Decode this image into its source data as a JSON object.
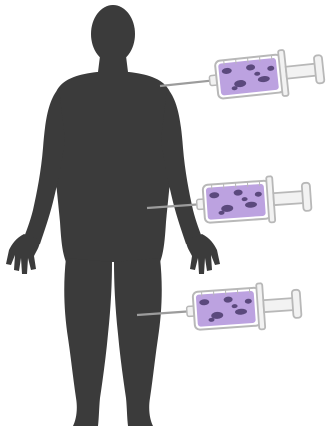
{
  "colors": {
    "background": "#ffffff",
    "silhouette": "#3b3b3b",
    "syringe_outline": "#b8b8b8",
    "syringe_glass": "#ffffff",
    "syringe_liquid": "#bca2e0",
    "liquid_spots": "#4a3a6b",
    "needle": "#9c9c9c",
    "plunger": "#f2f2f2"
  },
  "figure": {
    "subject": "human-silhouette-front-view",
    "syringe_count": 3,
    "injection_sites": [
      "upper-arm",
      "hip",
      "thigh"
    ]
  }
}
